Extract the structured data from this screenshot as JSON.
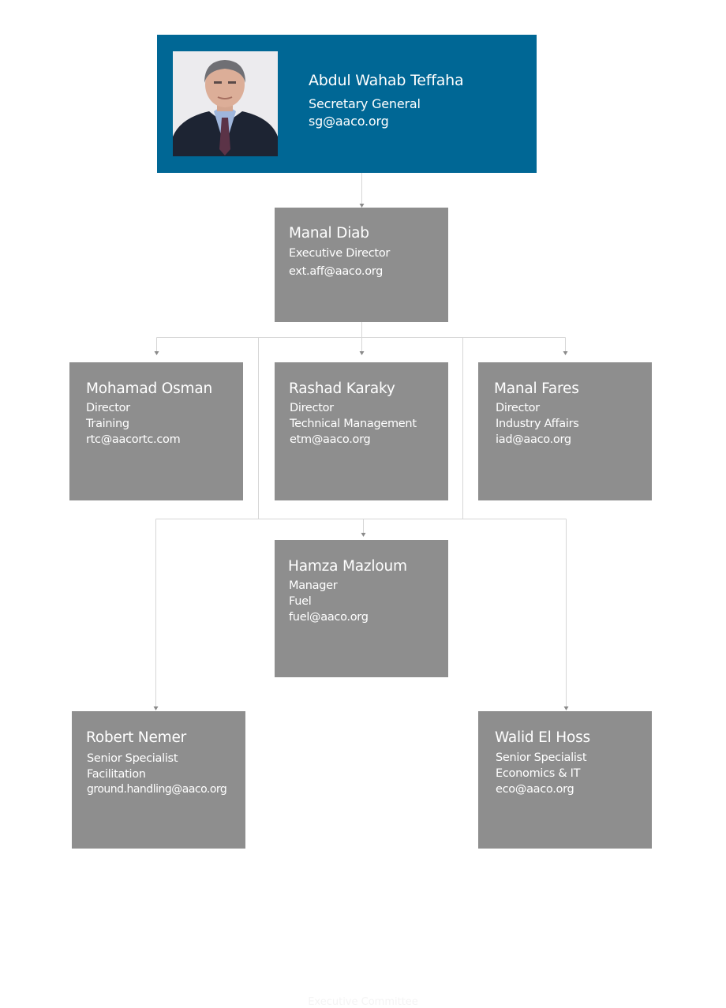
{
  "org": {
    "top": {
      "name": "Abdul Wahab Teffaha",
      "title": "Secretary General",
      "email": "sg@aaco.org"
    },
    "executive": {
      "name": "Manal Diab",
      "title": "Executive Director",
      "email": "ext.aff@aaco.org"
    },
    "directors": [
      {
        "name": "Mohamad Osman",
        "title": "Director",
        "dept": "Training",
        "email": "rtc@aacortc.com"
      },
      {
        "name": "Rashad Karaky",
        "title": "Director",
        "dept": "Technical Management",
        "email": "etm@aaco.org"
      },
      {
        "name": "Manal Fares",
        "title": "Director",
        "dept": "Industry Affairs",
        "email": "iad@aaco.org"
      }
    ],
    "manager": {
      "name": "Hamza Mazloum",
      "title": "Manager",
      "dept": "Fuel",
      "email": "fuel@aaco.org"
    },
    "specialists": [
      {
        "name": "Robert Nemer",
        "title": "Senior Specialist",
        "dept": "Facilitation",
        "email": "ground.handling@aaco.org"
      },
      {
        "name": "Walid El Hoss",
        "title": "Senior Specialist",
        "dept": "Economics & IT",
        "email": "eco@aaco.org"
      }
    ]
  },
  "colors": {
    "top_box": "#006795",
    "box": "#8e8e8e",
    "connector": "#d6d6d6",
    "arrow": "#8a8a8a"
  },
  "footer_text": "Executive Committee"
}
